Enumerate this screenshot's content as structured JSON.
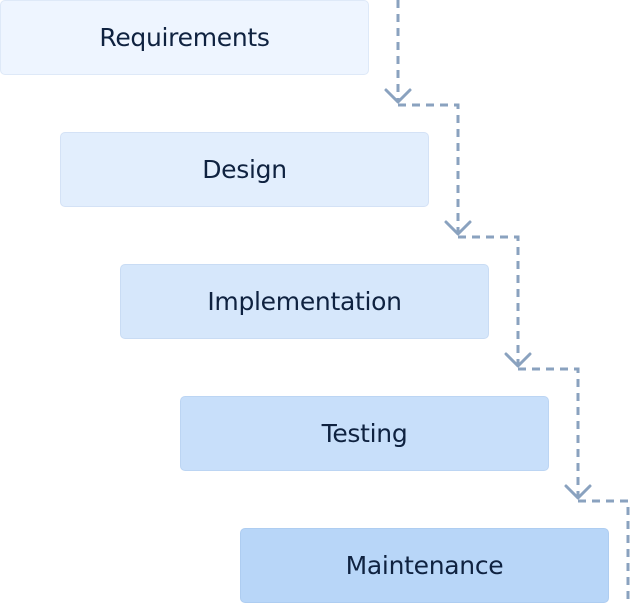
{
  "stages": [
    {
      "label": "Requirements",
      "color": "#eef5ff"
    },
    {
      "label": "Design",
      "color": "#e2eefd"
    },
    {
      "label": "Implementation",
      "color": "#d6e7fb"
    },
    {
      "label": "Testing",
      "color": "#c8dffa"
    },
    {
      "label": "Maintenance",
      "color": "#b8d6f8"
    }
  ],
  "connector_color": "#8aa2bf"
}
